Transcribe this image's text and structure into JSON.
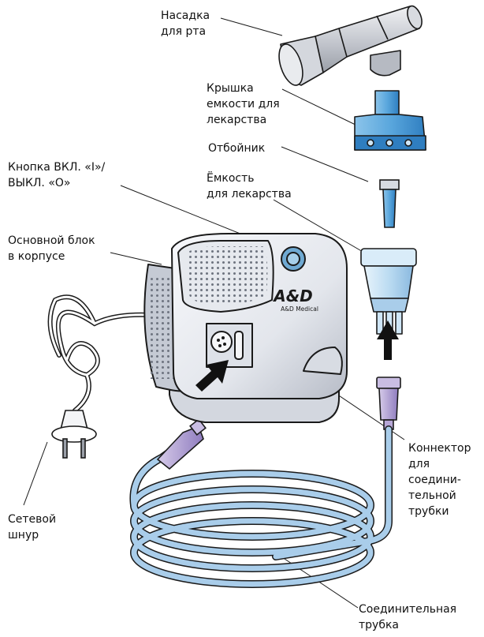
{
  "labels": {
    "mouthpiece": [
      "Насадка",
      "для рта"
    ],
    "cap": [
      "Крышка",
      "емкости для",
      "лекарства"
    ],
    "baffle": [
      "Отбойник"
    ],
    "cup": [
      "Ёмкость",
      "для лекарства"
    ],
    "power_button": [
      "Кнопка ВКЛ. «I»/",
      "ВЫКЛ. «О»"
    ],
    "main_unit": [
      "Основной блок",
      "в корпусе"
    ],
    "power_cord": [
      "Сетевой",
      "шнур"
    ],
    "tube_connector": [
      "Коннектор",
      "для",
      "соедини-",
      "тельной",
      "трубки"
    ],
    "tube": [
      "Соединительная",
      "трубка"
    ]
  },
  "brand": {
    "logo": "A&D",
    "name": "A&D Medical"
  },
  "colors": {
    "outline": "#1a1a1a",
    "body_light": "#f1f3f7",
    "body_shade": "#c6cad4",
    "body_dark": "#9ea4b1",
    "perforation": "#6e7480",
    "blue_cap": "#5aa7dd",
    "blue_cap_dark": "#2f7ec0",
    "blue_light": "#cfe6f7",
    "tube": "#a9cdea",
    "lilac": "#b7a7d7",
    "mouthpiece": "#c8cbd2"
  }
}
